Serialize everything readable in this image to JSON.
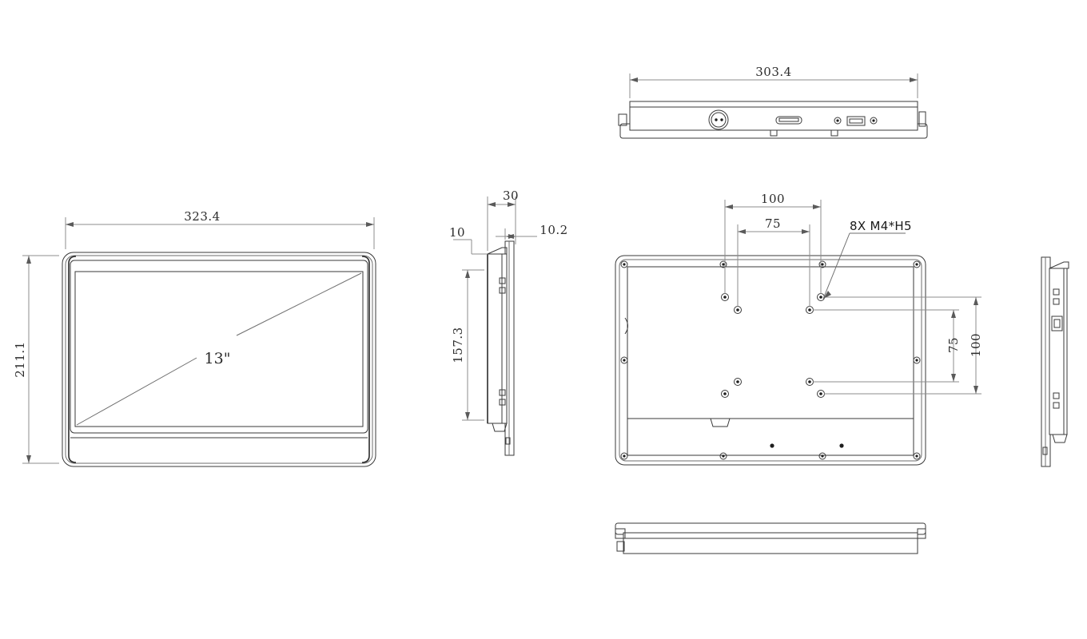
{
  "drawing": {
    "title": "13-inch panel monitor mechanical drawing",
    "units": "mm",
    "line_color": "#3a3a3a",
    "dim_color": "#8c8c8c",
    "background": "#ffffff"
  },
  "views": {
    "front": {
      "name": "front-view",
      "width_dim": "323.4",
      "height_dim": "211.1",
      "screen_label": "13\""
    },
    "top": {
      "name": "top-view",
      "width_dim": "303.4",
      "ports": [
        {
          "name": "dc-power-jack",
          "type": "circular"
        },
        {
          "name": "hdmi-port",
          "type": "hdmi"
        },
        {
          "name": "usb-port",
          "type": "usb-a"
        }
      ]
    },
    "side_left": {
      "name": "left-side-view",
      "depth_dim": "30",
      "offset_dim": "10",
      "bezel_dim": "10.2",
      "height_dim": "157.3"
    },
    "rear": {
      "name": "rear-view",
      "vesa_h_outer": "100",
      "vesa_h_inner": "75",
      "vesa_v_outer": "100",
      "vesa_v_inner": "75",
      "thread_note": "8X M4*H5"
    },
    "side_right": {
      "name": "right-side-view"
    },
    "bottom": {
      "name": "bottom-view"
    }
  }
}
